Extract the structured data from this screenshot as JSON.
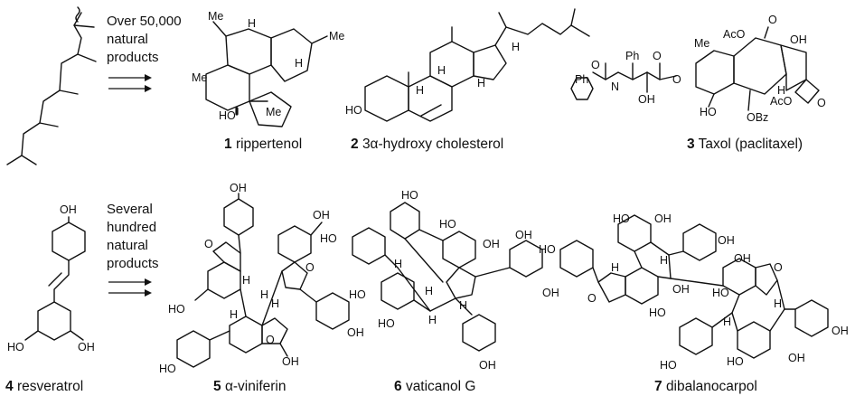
{
  "top_row": {
    "note_lines": [
      "Over 50,000",
      "natural",
      "products"
    ],
    "compounds": [
      {
        "number": "1",
        "name": "rippertenol"
      },
      {
        "number": "2",
        "name": "3α-hydroxy cholesterol"
      },
      {
        "number": "3",
        "name": "Taxol (paclitaxel)"
      }
    ]
  },
  "bottom_row": {
    "note_lines": [
      "Several",
      "hundred",
      "natural",
      "products"
    ],
    "compounds": [
      {
        "number": "4",
        "name": "resveratrol"
      },
      {
        "number": "5",
        "name": "α-viniferin"
      },
      {
        "number": "6",
        "name": "vaticanol G"
      },
      {
        "number": "7",
        "name": "dibalanocarpol"
      }
    ]
  },
  "labels": {
    "me": "Me",
    "h": "H",
    "ho": "HO",
    "oh": "OH",
    "o": "O",
    "ph": "Ph",
    "n": "N",
    "aco": "AcO",
    "obz": "OBz"
  }
}
